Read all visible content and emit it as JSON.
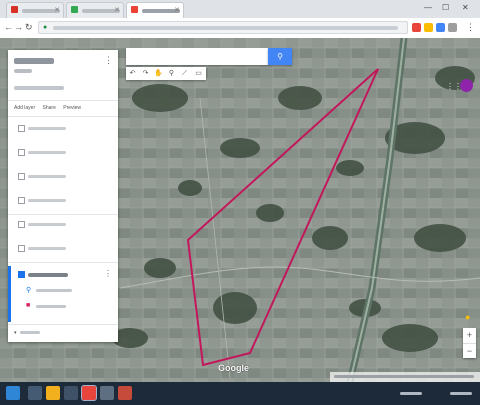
{
  "browser": {
    "tabs": [
      {
        "title": "",
        "favicon_color": "#d93025",
        "active": false
      },
      {
        "title": "",
        "favicon_color": "#34a853",
        "active": false
      },
      {
        "title": "",
        "favicon_color": "#ea4335",
        "active": true
      }
    ],
    "url": "",
    "window_controls": [
      "—",
      "☐",
      "✕"
    ],
    "extension_colors": [
      "#e8453c",
      "#fbbc04",
      "#4285f4",
      "#9e9e9e"
    ]
  },
  "map_panel": {
    "title": "",
    "subtitle": "",
    "description": "",
    "actions": [
      "Add layer",
      "Share",
      "Preview"
    ],
    "rows": [
      "",
      "",
      "",
      "",
      "",
      ""
    ],
    "layer": {
      "name": "",
      "sub_items": [
        {
          "label": "",
          "icon_color": "#1a73e8"
        },
        {
          "label": "",
          "icon_color": "#d81b60"
        }
      ]
    },
    "base_map_label": ""
  },
  "search": {
    "value": "",
    "placeholder": ""
  },
  "polygon_color": "#c2185b",
  "avatar_initial": "",
  "zoom": {
    "in": "+",
    "out": "−"
  },
  "google_logo": "Google",
  "attribution": ""
}
